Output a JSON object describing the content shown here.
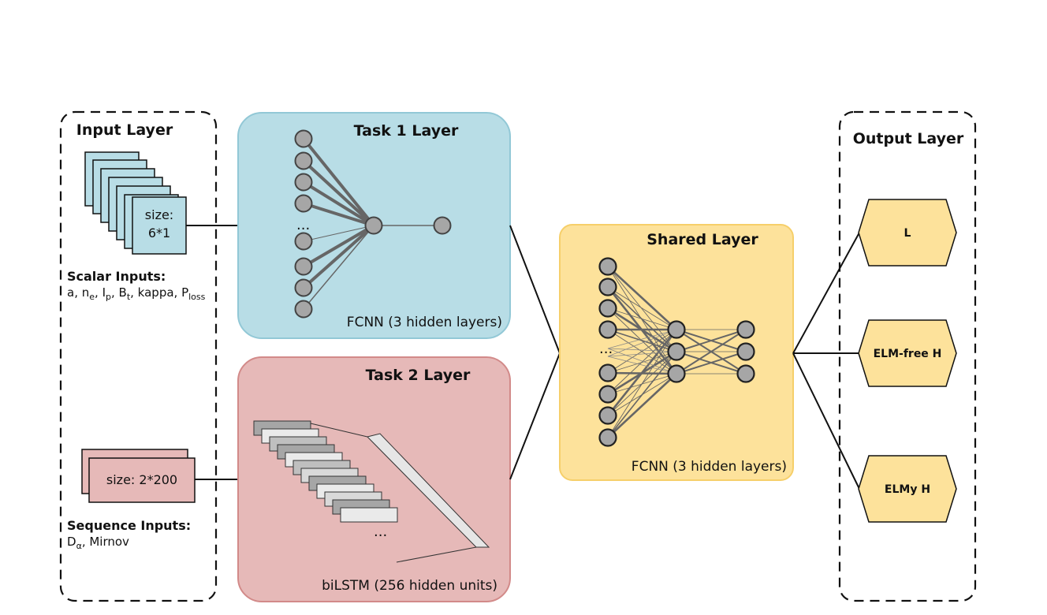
{
  "input_layer": {
    "title": "Input Layer",
    "scalar_box_label": "size:",
    "scalar_box_size": "6*1",
    "scalar_title": "Scalar Inputs:",
    "scalar_a": "a, n",
    "scalar_e_sub": "e",
    "scalar_sep1": ", I",
    "scalar_p_sub": "p",
    "scalar_sep2": ", B",
    "scalar_t_sub": "t",
    "scalar_sep3": ", kappa, P",
    "scalar_loss_sub": "loss",
    "sequence_box_label": "size: 2*200",
    "sequence_title": "Sequence Inputs:",
    "sequence_d": "D",
    "sequence_alpha_sub": "α",
    "sequence_rest": ", Mirnov"
  },
  "task1": {
    "title": "Task 1 Layer",
    "caption": "FCNN (3 hidden layers)",
    "ellipsis": "..."
  },
  "task2": {
    "title": "Task 2 Layer",
    "caption": "biLSTM (256 hidden units)",
    "ellipsis": "..."
  },
  "shared": {
    "title": "Shared Layer",
    "caption": "FCNN (3 hidden layers)",
    "ellipsis": "..."
  },
  "output_layer": {
    "title": "Output Layer",
    "outputs": [
      "L",
      "ELM-free H",
      "ELMy H"
    ]
  },
  "colors": {
    "task1_fill": "#b8dde6",
    "task1_stroke": "#92c8d6",
    "task2_fill": "#e6b9b8",
    "task2_stroke": "#d28a89",
    "shared_fill": "#fde29b",
    "shared_stroke": "#f6cf6a",
    "output_fill": "#fde29b",
    "node_fill": "#a6a6a6"
  }
}
